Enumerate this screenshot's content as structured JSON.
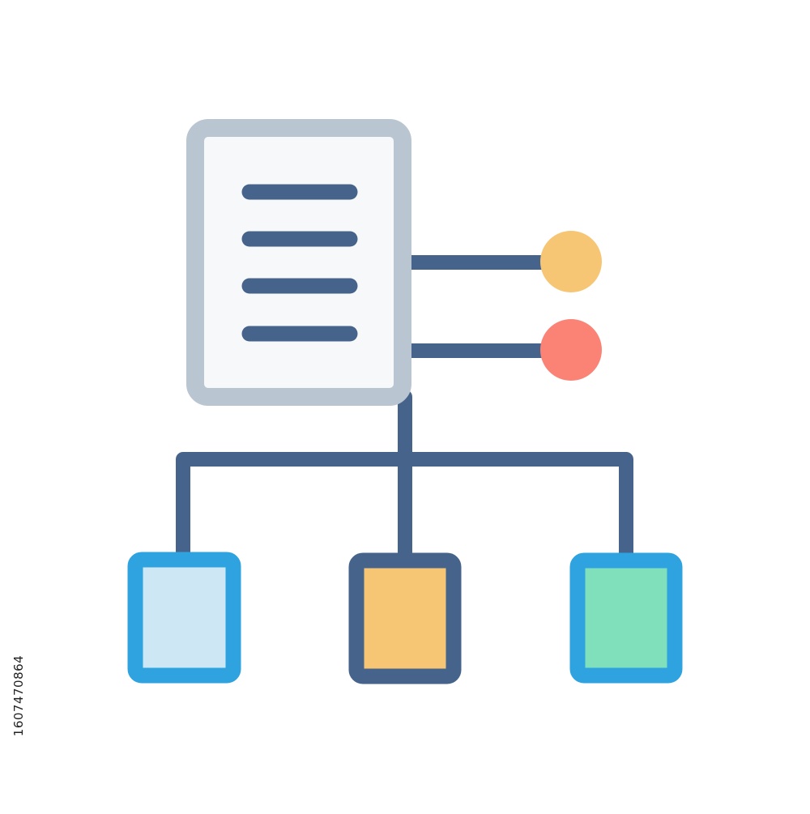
{
  "illustration": {
    "icon": "document-hierarchy-icon",
    "document": {
      "icon": "document-icon",
      "line_count": 4,
      "border_color": "#b9c6d1",
      "paper_color": "#f7f8f9",
      "line_color": "#45638b"
    },
    "connector_color": "#45638b",
    "side_nodes": [
      {
        "name": "yellow-dot",
        "color": "#f6c674"
      },
      {
        "name": "red-dot",
        "color": "#fb8375"
      }
    ],
    "child_boxes": [
      {
        "name": "light-blue-box",
        "border": "#2ea3df",
        "fill": "#cde7f4"
      },
      {
        "name": "orange-box",
        "border": "#45638b",
        "fill": "#f6c674"
      },
      {
        "name": "green-box",
        "border": "#2ea3df",
        "fill": "#7fe0bb"
      }
    ]
  },
  "watermark": {
    "stock_id": "1607470864"
  }
}
